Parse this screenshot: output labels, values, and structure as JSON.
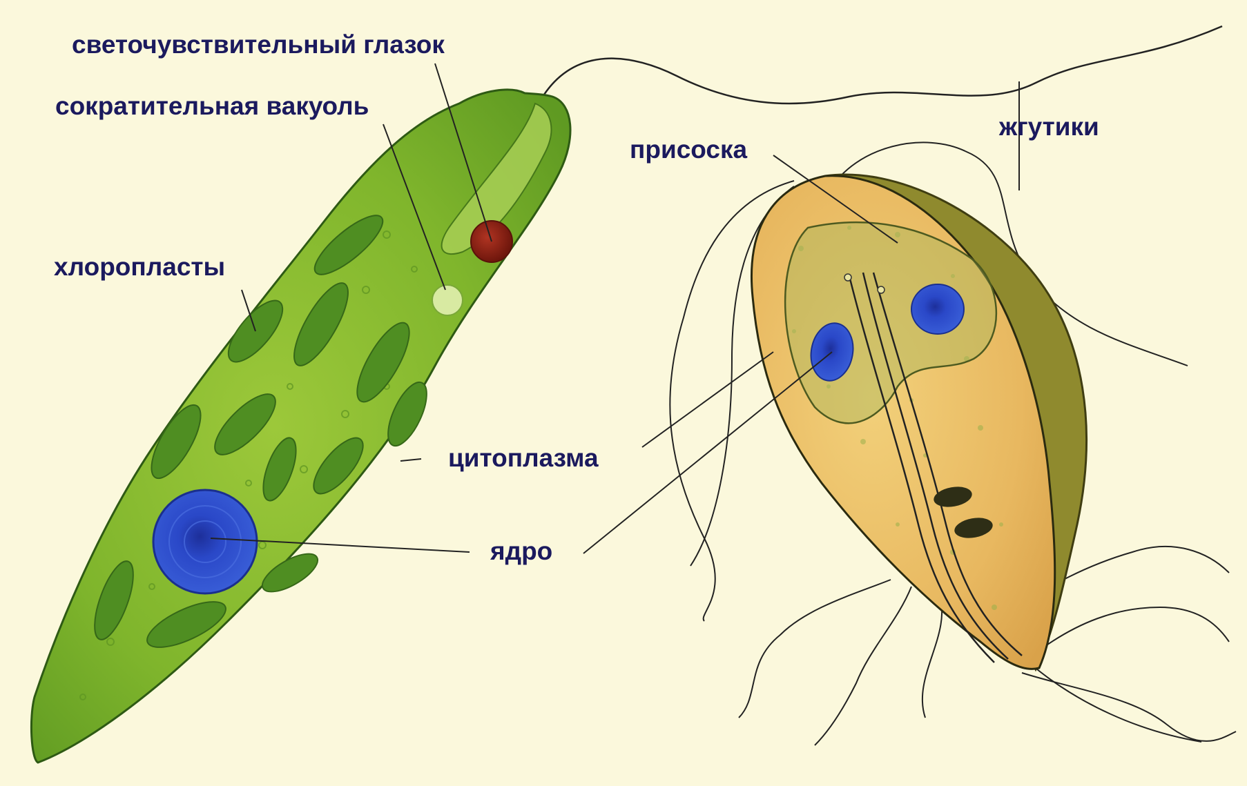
{
  "labels": {
    "eyespot": "светочувствительный глазок",
    "contractile_vacuole": "сократительная вакуоль",
    "chloroplasts": "хлоропласты",
    "cytoplasm": "цитоплазма",
    "nucleus": "ядро",
    "sucker": "присоска",
    "flagella": "жгутики"
  },
  "colors": {
    "background": "#fbf8dc",
    "label_text": "#1b1a5e",
    "euglena_body": "#7fb52c",
    "chloroplast": "#4f8e22",
    "nucleus": "#2a48c8",
    "eyespot": "#8e2216",
    "lamblia_body": "#e8b860",
    "lamblia_shade": "#8f8a2e"
  }
}
